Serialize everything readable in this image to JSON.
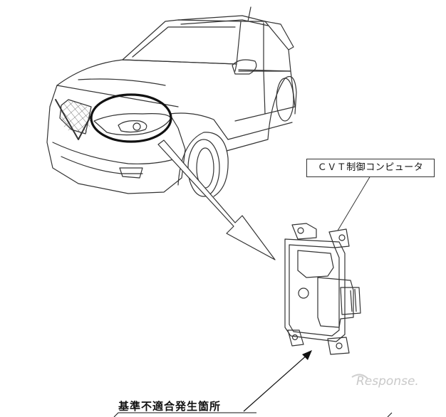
{
  "labels": {
    "component": "ＣＶＴ制御コンピュータ",
    "defect_location": "基準不適合発生箇所"
  },
  "watermark": {
    "text": "Response."
  },
  "colors": {
    "line": "#333333",
    "highlight": "#111111",
    "watermark": "#c9c9c9"
  }
}
